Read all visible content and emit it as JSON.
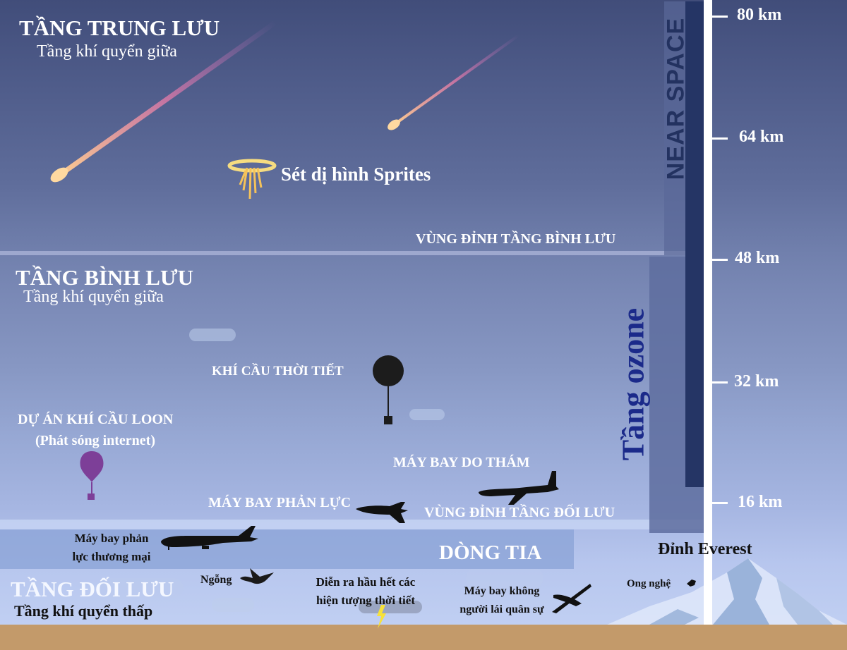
{
  "layers": {
    "mesosphere": {
      "title": "TẦNG TRUNG LƯU",
      "subtitle": "Tầng khí quyển giữa"
    },
    "stratosphere": {
      "title": "TẦNG BÌNH LƯU",
      "subtitle": "Tầng khí quyển giữa"
    },
    "troposphere": {
      "title": "TẦNG ĐỐI LƯU",
      "subtitle": "Tầng khí quyển thấp"
    }
  },
  "boundaries": {
    "stratopause": "VÙNG ĐỈNH TẦNG BÌNH LƯU",
    "tropopause": "VÙNG ĐỈNH TẦNG ĐỐI LƯU"
  },
  "side_bars": {
    "near_space": "NEAR SPACE",
    "ozone": "Tầng ozone"
  },
  "scale": {
    "ticks": [
      {
        "label": "80 km",
        "value": 80
      },
      {
        "label": "64 km",
        "value": 64
      },
      {
        "label": "48 km",
        "value": 48
      },
      {
        "label": "32 km",
        "value": 32
      },
      {
        "label": "16 km",
        "value": 16
      }
    ]
  },
  "objects": {
    "sprites": "Sét dị hình Sprites",
    "weather_balloon": "KHÍ CẦU THỜI TIẾT",
    "loon": {
      "line1": "DỰ ÁN KHÍ CẦU LOON",
      "line2": "(Phát sóng internet)"
    },
    "spy_plane": "MÁY BAY DO THÁM",
    "jet_fighter": "MÁY BAY PHẢN LỰC",
    "commercial_jet": {
      "line1": "Máy bay phản",
      "line2": "lực thương mại"
    },
    "jet_stream": "DÒNG TIA",
    "everest": "Đỉnh Everest",
    "goose": "Ngỗng",
    "weather": {
      "line1": "Diễn ra hầu hết các",
      "line2": "hiện tượng thời tiết"
    },
    "drone": {
      "line1": "Máy bay không",
      "line2": "người lái quân sự"
    },
    "bumblebee": "Ong nghệ"
  },
  "colors": {
    "sky_top": "#414d7a",
    "sky_bottom": "#c0cff2",
    "ground": "#c39a6a",
    "near_space_bar": "#253565",
    "ozone_text": "#1b2a8a",
    "loon_balloon": "#7d3f98",
    "meteor": "#f0a070"
  }
}
